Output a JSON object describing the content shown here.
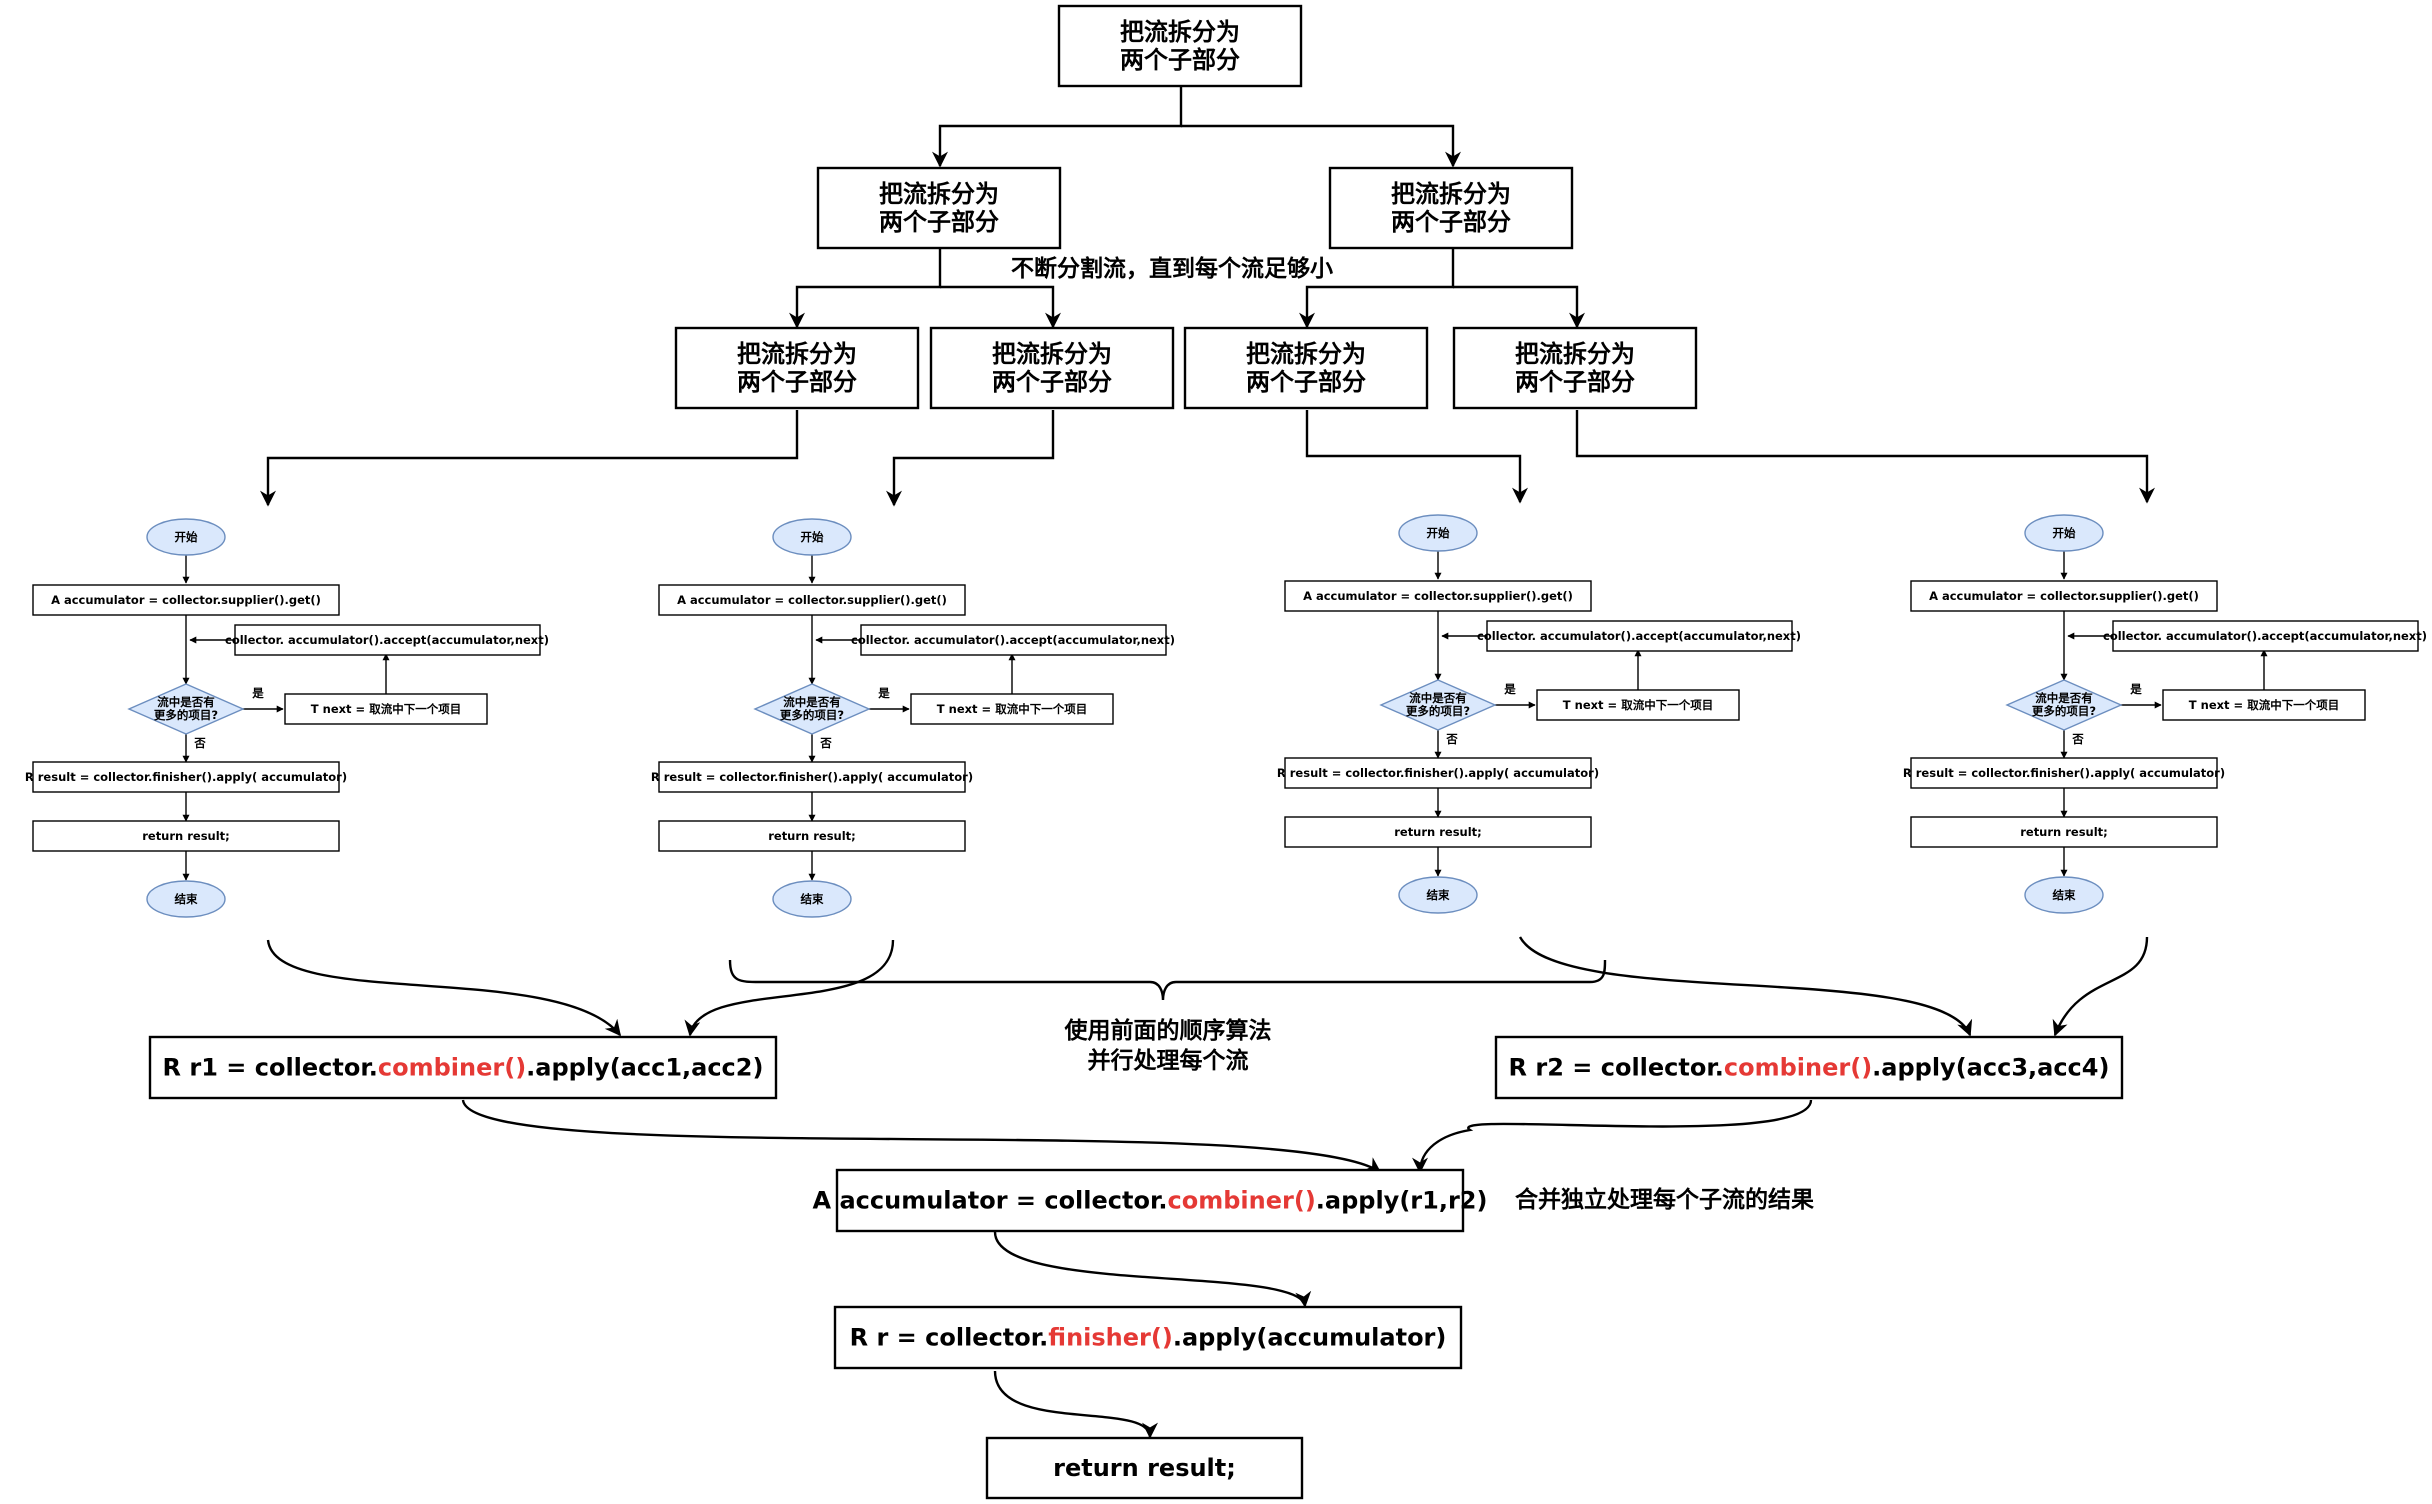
{
  "split_label": "把流拆分为\n两个子部分",
  "annotations": {
    "split": "不断分割流，直到每个流足够小",
    "parallel": "使用前面的顺序算法\n并行处理每个流",
    "merge": "合并独立处理每个子流的结果"
  },
  "flow": {
    "start": "开始",
    "end": "结束",
    "supplier": "A accumulator = collector.supplier().get()",
    "accept": "collector. accumulator().accept(accumulator,next)",
    "decision": "流中是否有\n更多的项目?",
    "yes": "是",
    "no": "否",
    "next": "T next = 取流中下一个项目",
    "finisher": "R result = collector.finisher().apply( accumulator)",
    "return": "return result;"
  },
  "combine": {
    "r1": [
      "R r1 = collector.",
      "combiner()",
      ".apply(acc1,acc2)"
    ],
    "r2": [
      "R r2 = collector.",
      "combiner()",
      ".apply(acc3,acc4)"
    ],
    "acc": [
      "A accumulator = collector.",
      "combiner()",
      ".apply(r1,r2)"
    ],
    "r": [
      "R r = collector.",
      "finisher()",
      ".apply(accumulator)"
    ],
    "ret": "return result;"
  },
  "colors": {
    "highlight": "#e53935",
    "terminal_fill": "#dae8fc",
    "terminal_stroke": "#6c8ebf"
  }
}
